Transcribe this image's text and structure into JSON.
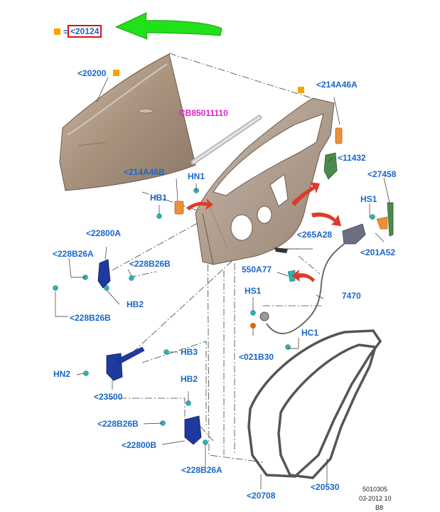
{
  "colors": {
    "callout": "#1a66c9",
    "magenta": "#e020c8",
    "green_arrow": "#22e01a",
    "red_arrow": "#e03a2a",
    "orange_marker": "#f5a400",
    "door_body": "#a89584",
    "seal": "#555555",
    "hinge_blue": "#1e3a9e",
    "fastener_cyan": "#2bb3b3",
    "ref_box_border": "#e01010"
  },
  "header": {
    "marker_equals": "=",
    "ref_part": "<20124"
  },
  "labels": {
    "l20200": "<20200",
    "lCB": "CB85011110",
    "l214A46A": "<214A46A",
    "l11432": "<11432",
    "l27458": "<27458",
    "l214A46B": "<214A46B",
    "lHN1": "HN1",
    "lHB1": "HB1",
    "lHS1r": "HS1",
    "l265A28": "<265A28",
    "l201A52": "<201A52",
    "l22800A": "<22800A",
    "l228B26A_1": "<228B26A",
    "l228B26B_1": "<228B26B",
    "lHB2a": "HB2",
    "l228B26B_2": "<228B26B",
    "l550A77": "550A77",
    "l7470": "7470",
    "lHS1": "HS1",
    "l021B30": "<021B30",
    "lHC1": "HC1",
    "lHB3": "HB3",
    "lHN2": "HN2",
    "l23500": "<23500",
    "lHB2b": "HB2",
    "l228B26B_3": "<228B26B",
    "l22800B": "<22800B",
    "l228B26A_2": "<228B26A",
    "l20708": "<20708",
    "l20530": "<20530"
  },
  "footer": {
    "code": "5010305",
    "date": "03-2012 10",
    "rev": "B8"
  }
}
